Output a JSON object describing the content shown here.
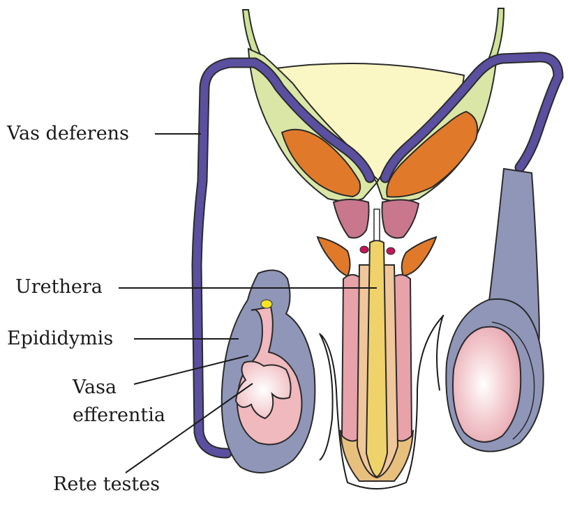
{
  "labels": {
    "vas_deferens": "Vas deferens",
    "urethera": "Urethera",
    "epididymis": "Epididymis",
    "vasa_efferentia_line1": "Vasa",
    "vasa_efferentia_line2": "efferentia",
    "rete_testes": "Rete testes"
  },
  "colors": {
    "vas_deferens": "#5b4fa0",
    "bladder": "#fbf7c4",
    "seminal_vesicle_outer": "#d9e6a6",
    "seminal_vesicle_inner": "#e07a2a",
    "prostate": "#c9778d",
    "urethra": "#efd36a",
    "erectile_tissue": "#e7a2aa",
    "glans": "#e8c07e",
    "bulbourethral_gland": "#c3165a",
    "scrotal_sac": "#8f96b8",
    "testis": "#f1c9c9"
  }
}
